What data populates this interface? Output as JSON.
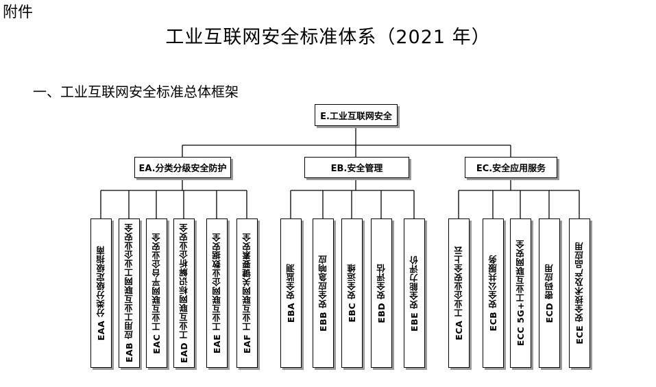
{
  "header": {
    "attachment_label": "附件",
    "title": "工业互联网安全标准体系（2021 年）",
    "section_title": "一、工业互联网安全标准总体框架"
  },
  "diagram": {
    "root": "E.工业互联网安全",
    "groups": [
      {
        "label": "EA.分类分级安全防护",
        "children": [
          "EAA 分类分级定级指南",
          "EAB 应用工业互联网工业企业安全",
          "EAC 工业互联网平台企业安全",
          "EAD 工业互联网标识解析企业安全",
          "EAE 工业互联网企业数据安全",
          "EAF 工业互联网关键要素安全"
        ]
      },
      {
        "label": "EB.安全管理",
        "children": [
          "EBA 安全监测",
          "EBB 安全应急响应",
          "EBC 安全运维",
          "EBD 安全评估",
          "EBE 安全能力评价"
        ]
      },
      {
        "label": "EC.安全应用服务",
        "children": [
          "ECA 工业企业安全上云",
          "ECB 安全公共服务",
          "ECC 5G+工业互联网安全",
          "ECD 密码应用",
          "ECE 安全技术及产品应用"
        ]
      }
    ]
  }
}
